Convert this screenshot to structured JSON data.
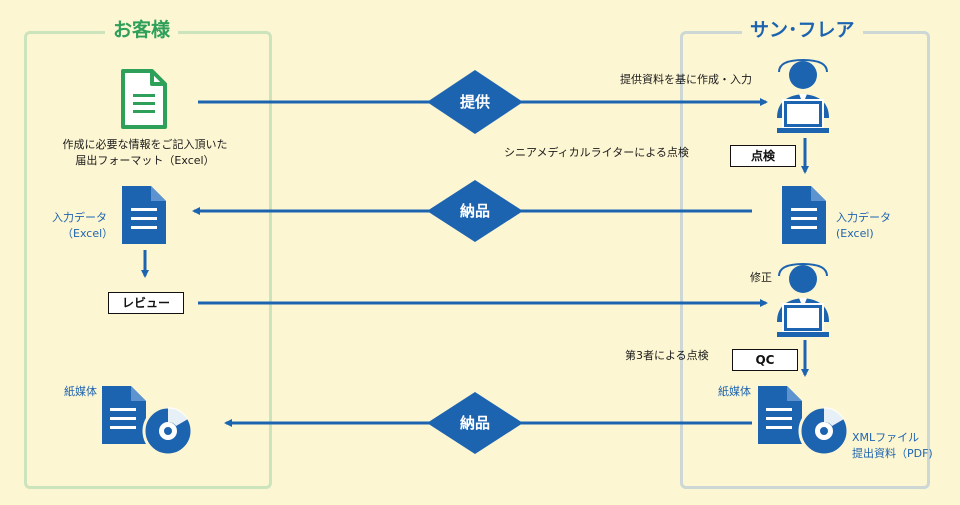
{
  "left_panel": {
    "title": "お客様",
    "form_label_line1": "作成に必要な情報をご記入頂いた",
    "form_label_line2": "届出フォーマット（Excel）",
    "input_data_line1": "入力データ",
    "input_data_line2": "（Excel）",
    "review_tag": "レビュー",
    "paper_media": "紙媒体"
  },
  "right_panel": {
    "title": "サン･フレア",
    "create_label": "提供資料を基に作成・入力",
    "writer_check_label": "シニアメディカルライターによる点検",
    "check_tag": "点検",
    "input_data_line1": "入力データ",
    "input_data_line2": "(Excel)",
    "fix_label": "修正",
    "third_check_label": "第3者による点検",
    "qc_tag": "QC",
    "paper_media": "紙媒体",
    "xml_line1": "XMLファイル",
    "xml_line2": "提出資料（PDF)"
  },
  "flows": {
    "provide": "提供",
    "deliver1": "納品",
    "deliver2": "納品"
  },
  "colors": {
    "customer_green": "#2ea05a",
    "sunflare_blue": "#1d64b0",
    "arrow": "#1d64b0"
  }
}
